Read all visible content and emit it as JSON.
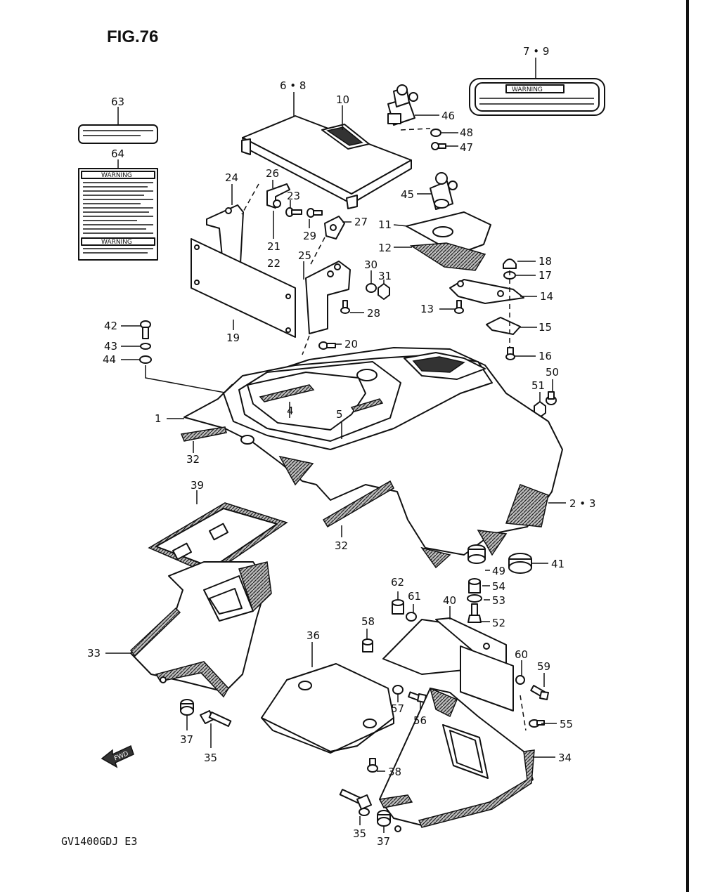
{
  "figure": {
    "title": "FIG.76",
    "model_code": "GV1400GDJ E3",
    "fwd_label": "FWD"
  },
  "labels": {
    "warning_label_text": "WARNING",
    "warning_card_top": "WARNING",
    "warning_card_bottom": "WARNING"
  },
  "callouts": [
    {
      "id": "c-7-9",
      "text": "7 • 9"
    },
    {
      "id": "c-6-8",
      "text": "6 • 8"
    },
    {
      "id": "c-10",
      "text": "10"
    },
    {
      "id": "c-46",
      "text": "46"
    },
    {
      "id": "c-48",
      "text": "48"
    },
    {
      "id": "c-47",
      "text": "47"
    },
    {
      "id": "c-63",
      "text": "63"
    },
    {
      "id": "c-64",
      "text": "64"
    },
    {
      "id": "c-24",
      "text": "24"
    },
    {
      "id": "c-26",
      "text": "26"
    },
    {
      "id": "c-23",
      "text": "23"
    },
    {
      "id": "c-29",
      "text": "29"
    },
    {
      "id": "c-27",
      "text": "27"
    },
    {
      "id": "c-45",
      "text": "45"
    },
    {
      "id": "c-11",
      "text": "11"
    },
    {
      "id": "c-12",
      "text": "12"
    },
    {
      "id": "c-21",
      "text": "21"
    },
    {
      "id": "c-22",
      "text": "22"
    },
    {
      "id": "c-25",
      "text": "25"
    },
    {
      "id": "c-30",
      "text": "30"
    },
    {
      "id": "c-31",
      "text": "31"
    },
    {
      "id": "c-18",
      "text": "18"
    },
    {
      "id": "c-17",
      "text": "17"
    },
    {
      "id": "c-14",
      "text": "14"
    },
    {
      "id": "c-13",
      "text": "13"
    },
    {
      "id": "c-28",
      "text": "28"
    },
    {
      "id": "c-15",
      "text": "15"
    },
    {
      "id": "c-42",
      "text": "42"
    },
    {
      "id": "c-19",
      "text": "19"
    },
    {
      "id": "c-43",
      "text": "43"
    },
    {
      "id": "c-20",
      "text": "20"
    },
    {
      "id": "c-16",
      "text": "16"
    },
    {
      "id": "c-44",
      "text": "44"
    },
    {
      "id": "c-50",
      "text": "50"
    },
    {
      "id": "c-51",
      "text": "51"
    },
    {
      "id": "c-4",
      "text": "4"
    },
    {
      "id": "c-1",
      "text": "1"
    },
    {
      "id": "c-5",
      "text": "5"
    },
    {
      "id": "c-32a",
      "text": "32"
    },
    {
      "id": "c-39",
      "text": "39"
    },
    {
      "id": "c-2-3",
      "text": "2 • 3"
    },
    {
      "id": "c-32b",
      "text": "32"
    },
    {
      "id": "c-49",
      "text": "49"
    },
    {
      "id": "c-41",
      "text": "41"
    },
    {
      "id": "c-54",
      "text": "54"
    },
    {
      "id": "c-62",
      "text": "62"
    },
    {
      "id": "c-61",
      "text": "61"
    },
    {
      "id": "c-40",
      "text": "40"
    },
    {
      "id": "c-53",
      "text": "53"
    },
    {
      "id": "c-52",
      "text": "52"
    },
    {
      "id": "c-58",
      "text": "58"
    },
    {
      "id": "c-36",
      "text": "36"
    },
    {
      "id": "c-33",
      "text": "33"
    },
    {
      "id": "c-60",
      "text": "60"
    },
    {
      "id": "c-59",
      "text": "59"
    },
    {
      "id": "c-57",
      "text": "57"
    },
    {
      "id": "c-56",
      "text": "56"
    },
    {
      "id": "c-55",
      "text": "55"
    },
    {
      "id": "c-37a",
      "text": "37"
    },
    {
      "id": "c-35a",
      "text": "35"
    },
    {
      "id": "c-34",
      "text": "34"
    },
    {
      "id": "c-38",
      "text": "38"
    },
    {
      "id": "c-35b",
      "text": "35"
    },
    {
      "id": "c-37b",
      "text": "37"
    }
  ]
}
